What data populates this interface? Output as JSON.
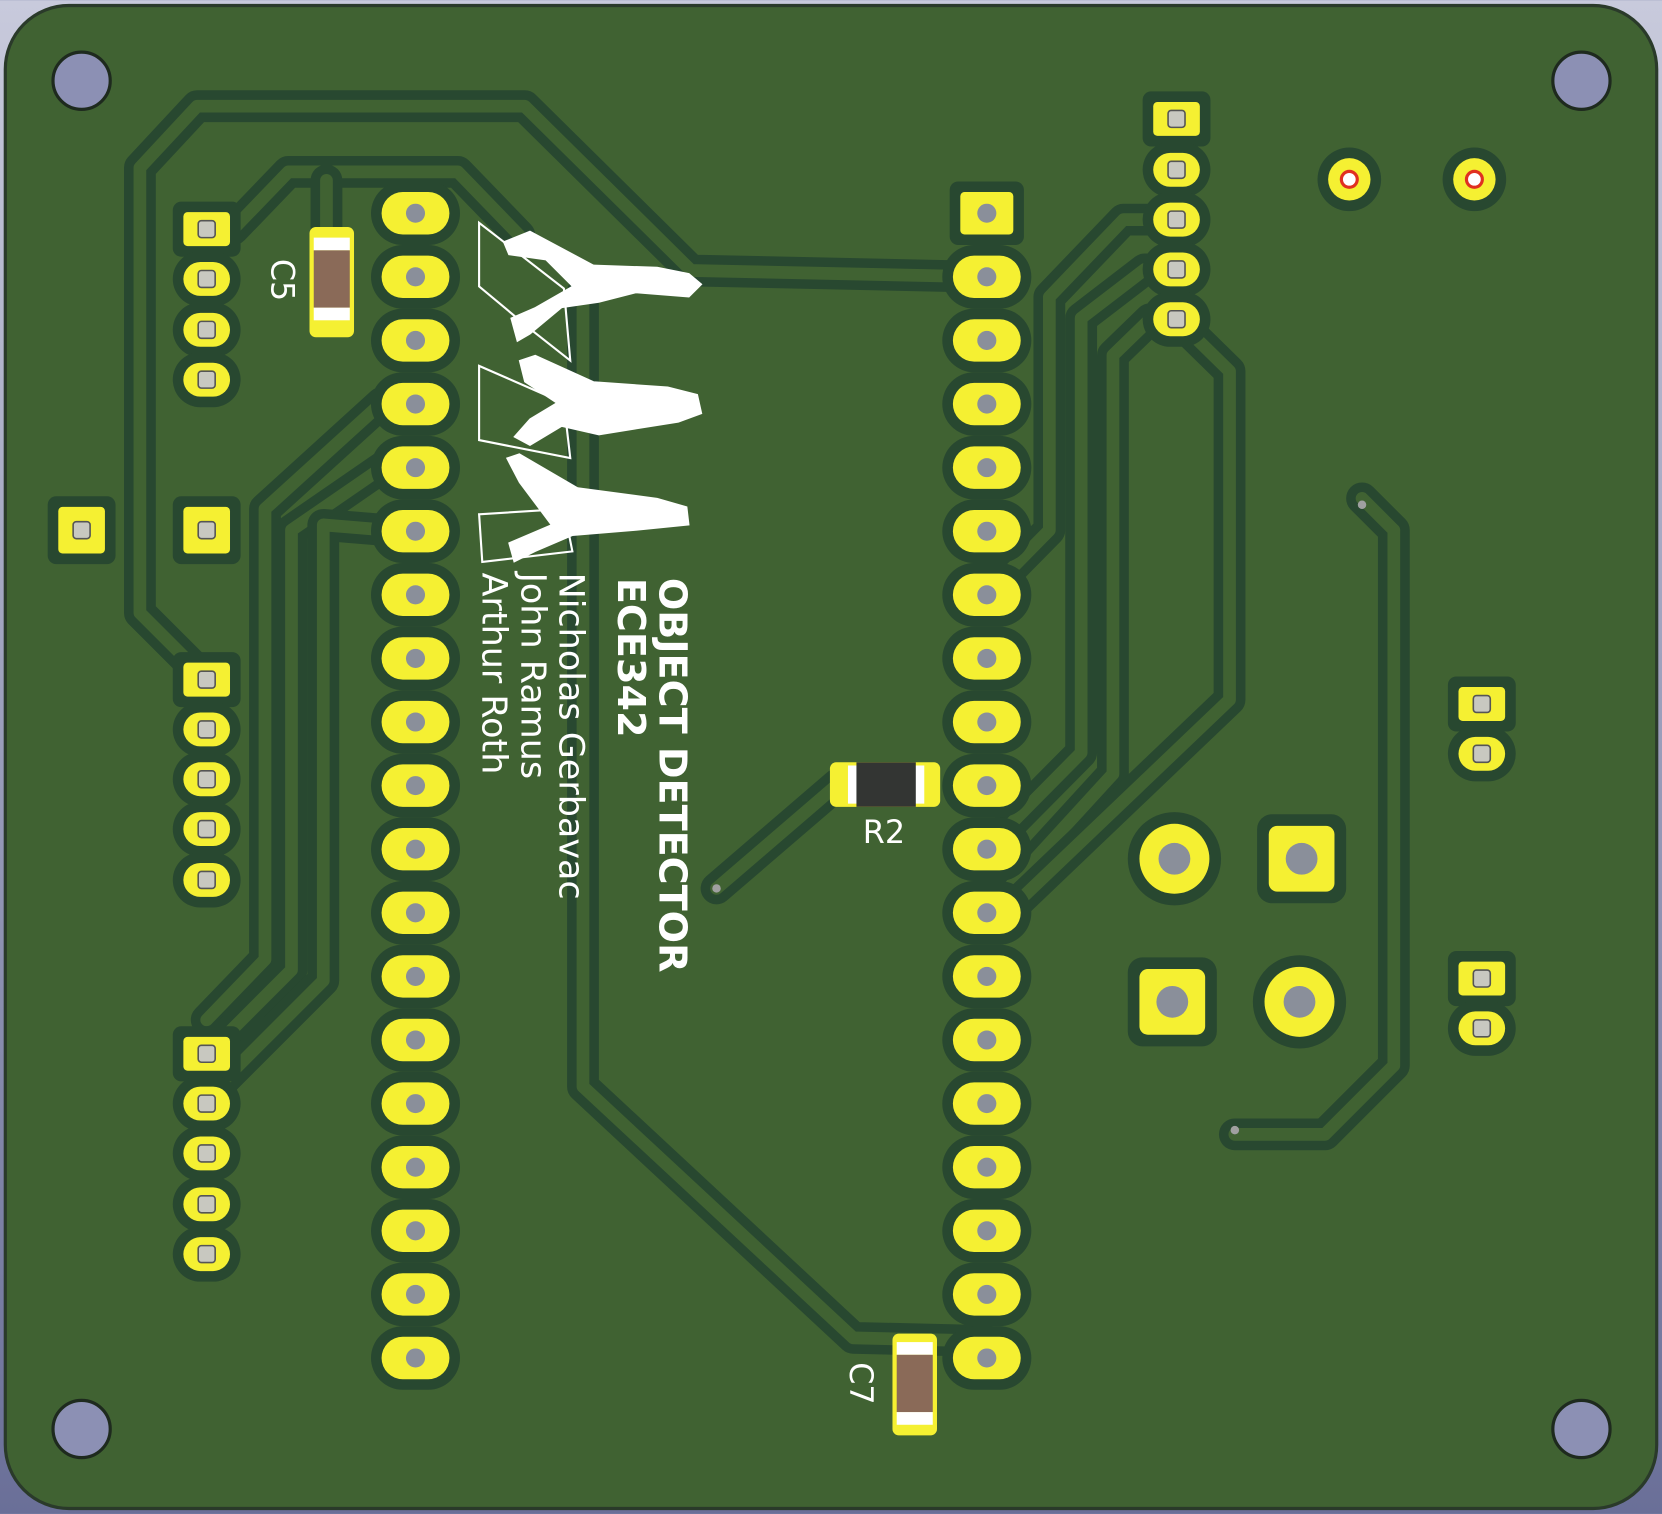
{
  "board": {
    "title": "OBJECT DETECTOR",
    "course": "ECE342",
    "authors": [
      "Nicholas Gerbavac",
      "John Ramus",
      "Arthur Roth"
    ]
  },
  "components": {
    "c5": "C5",
    "r2": "R2",
    "c7": "C7"
  },
  "colors": {
    "board": "#406232",
    "clearance": "#284830",
    "pad": "#f5f032",
    "background": "#8c92b4"
  }
}
